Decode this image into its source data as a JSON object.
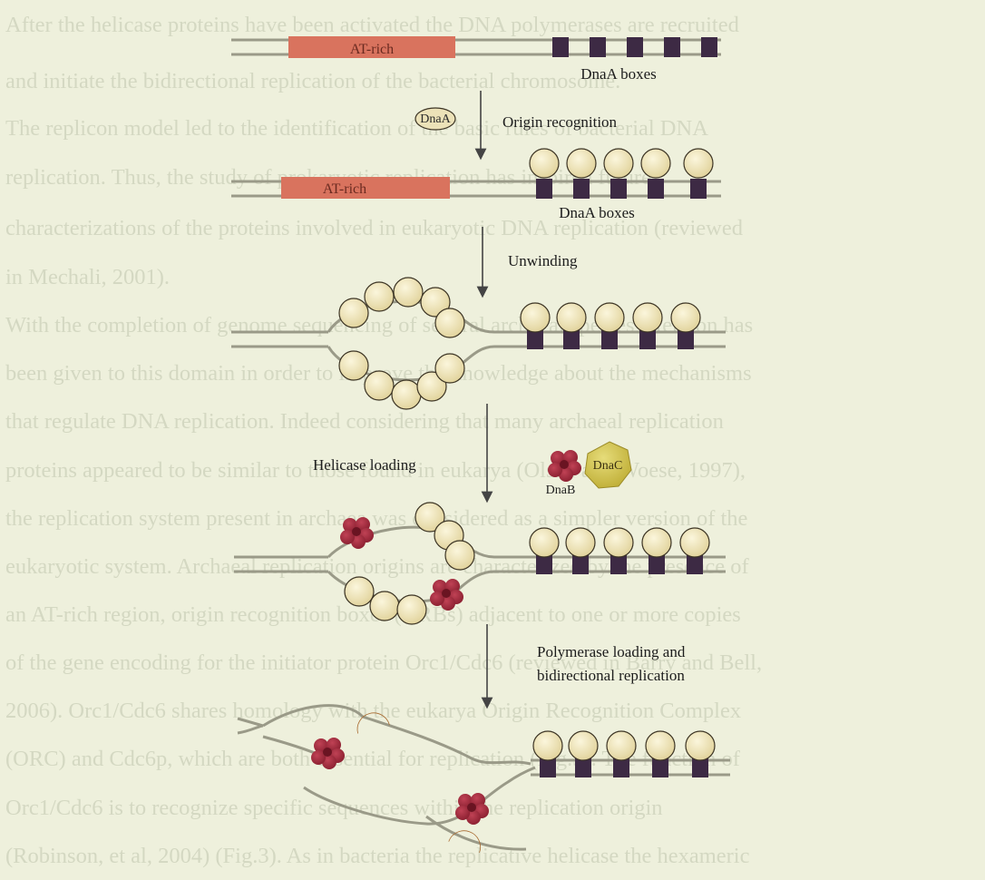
{
  "background_text": [
    "After the helicase proteins have been activated the DNA polymerases are recruited",
    "and initiate the bidirectional replication of the bacterial chromosome.",
    "The replicon model led to the identification of the basic rules of bacterial DNA",
    "replication. Thus, the study of prokaryotic replication has inspired future",
    "characterizations of the proteins involved in eukaryotic DNA replication (reviewed",
    "in Mechali, 2001).",
    "With the completion of genome sequencing of several archaeal species attention has",
    "been given to this domain in order to improve the knowledge about the mechanisms",
    "that regulate DNA replication. Indeed considering that many archaeal replication",
    "proteins appeared to be similar to those found in eukarya (Olsen and Woese, 1997),",
    "the replication system present in archaea was considered as a simpler version of the",
    "eukaryotic system. Archaeal replication origins are characterized by the presence of",
    "an AT-rich region, origin recognition boxes (ORBs) adjacent to one or more copies",
    "of the gene encoding for the initiator protein Orc1/Cdc6 (reviewed in Barry and Bell,",
    "2006). Orc1/Cdc6 shares homology with the eukarya Origin Recognition Complex",
    "(ORC) and Cdc6p, which are both essential for replication (Fig.3). The function of",
    "Orc1/Cdc6 is to recognize specific sequences within the replication origin",
    "(Robinson, et al, 2004) (Fig.3). As in bacteria the replicative helicase the hexameric"
  ],
  "labels": {
    "at_rich_1": "AT-rich",
    "at_rich_2": "AT-rich",
    "dnaa_boxes_1": "DnaA boxes",
    "dnaa_boxes_2": "DnaA boxes",
    "dnaa_protein": "DnaA",
    "step_origin_recognition": "Origin recognition",
    "step_unwinding": "Unwinding",
    "step_helicase_loading": "Helicase loading",
    "dnac": "DnaC",
    "dnab": "DnaB",
    "step_polymerase_line1": "Polymerase loading and",
    "step_polymerase_line2": "bidirectional replication"
  },
  "colors": {
    "page_background": "#eef0dc",
    "dna_strand": "#9a9a88",
    "at_rich_box": "#d9735e",
    "dnaa_box": "#3d2a44",
    "dnaa_protein": "#ece2b8",
    "dnac": "#cfc24a",
    "dnab": "#9c2a3a",
    "polymerase": "#d99552",
    "arrow": "#444444"
  }
}
